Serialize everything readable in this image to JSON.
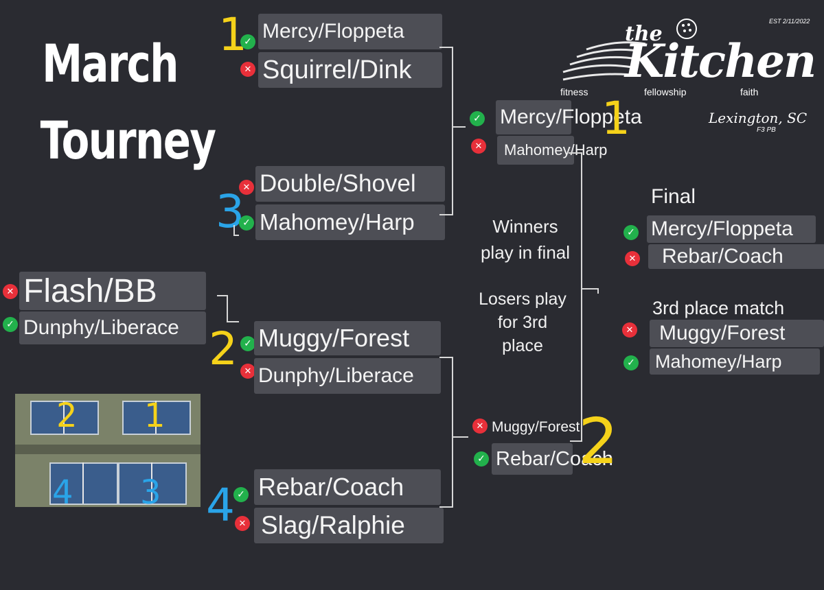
{
  "title_line1": "March",
  "title_line2": "Tourney",
  "logo": {
    "the": "the",
    "kitchen": "Kitchen",
    "est": "EST 2/11/2022",
    "tag1": "fitness",
    "tag2": "fellowship",
    "tag3": "faith",
    "location": "Lexington, SC",
    "sub": "F3 PB"
  },
  "qf1": {
    "seed": "1",
    "team_a": "Mercy/Floppeta",
    "team_b": "Squirrel/Dink"
  },
  "qf3": {
    "seed": "3",
    "team_a": "Double/Shovel",
    "team_b": "Mahomey/Harp"
  },
  "playin": {
    "team_a": "Flash/BB",
    "team_b": "Dunphy/Liberace"
  },
  "qf2": {
    "seed": "2",
    "team_a": "Muggy/Forest",
    "team_b": "Dunphy/Liberace"
  },
  "qf4": {
    "seed": "4",
    "team_a": "Rebar/Coach",
    "team_b": "Slag/Ralphie"
  },
  "sf1": {
    "seed": "1",
    "team_a": "Mercy/Floppeta",
    "team_b": "Mahomey/Harp"
  },
  "sf2": {
    "seed": "2",
    "team_a": "Muggy/Forest",
    "team_b": "Rebar/Coach"
  },
  "notes": {
    "winners1": "Winners",
    "winners2": "play in final",
    "losers1": "Losers play",
    "losers2": "for 3rd",
    "losers3": "place"
  },
  "final": {
    "label": "Final",
    "team_a": "Mercy/Floppeta",
    "team_b": "Rebar/Coach"
  },
  "third": {
    "label": "3rd place match",
    "team_a": "Muggy/Forest",
    "team_b": "Mahomey/Harp"
  },
  "courts": [
    "2",
    "1",
    "4",
    "3"
  ],
  "icons": {
    "win": "check-icon",
    "lose": "x-icon"
  },
  "colors": {
    "win": "#22b14c",
    "lose": "#e8303a",
    "seed_yellow": "#f5d21a",
    "seed_blue": "#2aa4e8",
    "background": "#2a2b31"
  }
}
